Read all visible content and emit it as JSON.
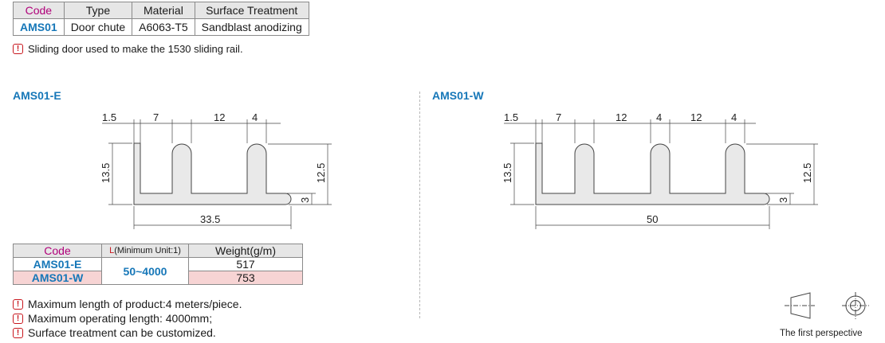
{
  "spec_table": {
    "headers": [
      "Code",
      "Type",
      "Material",
      "Surface Treatment"
    ],
    "row": [
      "AMS01",
      "Door chute",
      "A6063-T5",
      "Sandblast anodizing"
    ]
  },
  "note_top": "Sliding door used to make the 1530 sliding rail.",
  "sections": {
    "e_title": "AMS01-E",
    "w_title": "AMS01-W"
  },
  "drawing_e": {
    "dims": {
      "lip": "1.5",
      "gap": "7",
      "center": "12",
      "rib": "4",
      "height": "13.5",
      "inner_height": "12.5",
      "base": "3",
      "width": "33.5"
    }
  },
  "drawing_w": {
    "dims": {
      "lip": "1.5",
      "gap": "7",
      "center1": "12",
      "rib1": "4",
      "center2": "12",
      "rib2": "4",
      "height": "13.5",
      "inner_height": "12.5",
      "base": "3",
      "width": "50"
    }
  },
  "weight_table": {
    "headers": {
      "code": "Code",
      "l_char": "L",
      "l_rest": "(Minimum Unit:1)",
      "weight": "Weight(g/m)"
    },
    "length_range": "50~4000",
    "rows": [
      {
        "code": "AMS01-E",
        "weight": "517"
      },
      {
        "code": "AMS01-W",
        "weight": "753"
      }
    ]
  },
  "notes_bottom": [
    "Maximum length of  product:4 meters/piece.",
    "Maximum operating length: 4000mm;",
    "Surface treatment can be customized."
  ],
  "perspective_label": "The first perspective",
  "colors": {
    "accent_blue": "#1677b8",
    "header_magenta": "#b0007a",
    "warning_red": "#c8171e",
    "highlight_pink": "#f7d4d4",
    "profile_fill": "#e9e9e9"
  },
  "icons": [
    "warning-icon",
    "first-angle-projection-icon"
  ]
}
